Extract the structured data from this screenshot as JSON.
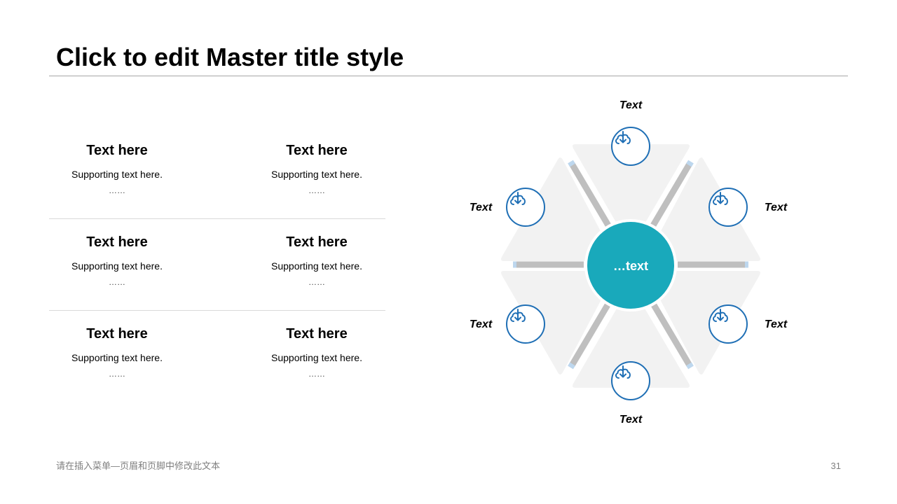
{
  "slide": {
    "title": "Click to edit Master title style",
    "page_number": "31",
    "footer": "请在插入菜单—页眉和页脚中修改此文本"
  },
  "blocks": [
    {
      "heading": "Text here",
      "support": "Supporting text here.",
      "dots": "……"
    },
    {
      "heading": "Text here",
      "support": "Supporting text here.",
      "dots": "……"
    },
    {
      "heading": "Text here",
      "support": "Supporting text here.",
      "dots": "……"
    },
    {
      "heading": "Text here",
      "support": "Supporting text here.",
      "dots": "……"
    },
    {
      "heading": "Text here",
      "support": "Supporting text here.",
      "dots": "……"
    },
    {
      "heading": "Text here",
      "support": "Supporting text here.",
      "dots": "……"
    }
  ],
  "diagram": {
    "center_label": "…text",
    "nodes": [
      {
        "label": "Text",
        "icon": "cloud-download-icon"
      },
      {
        "label": "Text",
        "icon": "cloud-download-icon"
      },
      {
        "label": "Text",
        "icon": "cloud-download-icon"
      },
      {
        "label": "Text",
        "icon": "cloud-download-icon"
      },
      {
        "label": "Text",
        "icon": "cloud-download-icon"
      },
      {
        "label": "Text",
        "icon": "cloud-download-icon"
      }
    ]
  },
  "colors": {
    "accent_teal": "#19a9bb",
    "icon_blue": "#1f6fb5",
    "segment_gray": "#f2f2f2",
    "spoke_gray": "#bfbfbf"
  }
}
